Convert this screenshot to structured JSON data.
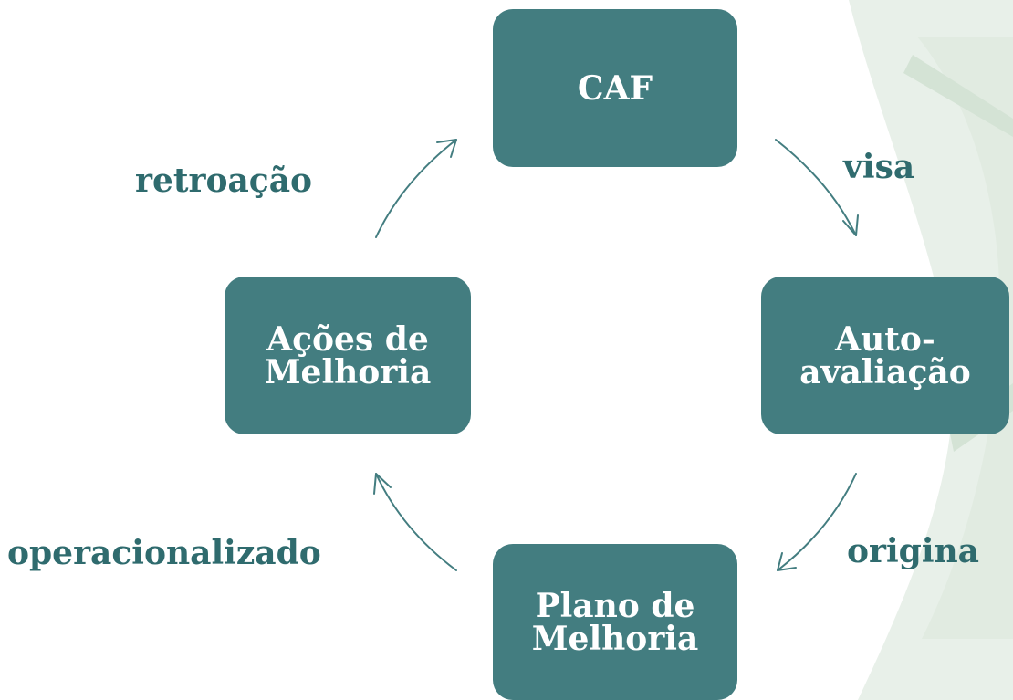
{
  "nodes": {
    "caf": "CAF",
    "auto": "Auto-\navaliação",
    "plano": "Plano de\nMelhoria",
    "acoes": "Ações de\nMelhoria"
  },
  "edges": {
    "visa": "visa",
    "origina": "origina",
    "operacionalizado": "operacionalizado",
    "retroacao": "retroação"
  },
  "colors": {
    "node_fill": "#437d80",
    "node_text": "#ffffff",
    "label_text": "#2f6b6e",
    "arrow": "#437d80",
    "background_shape": "#e6efe7"
  }
}
